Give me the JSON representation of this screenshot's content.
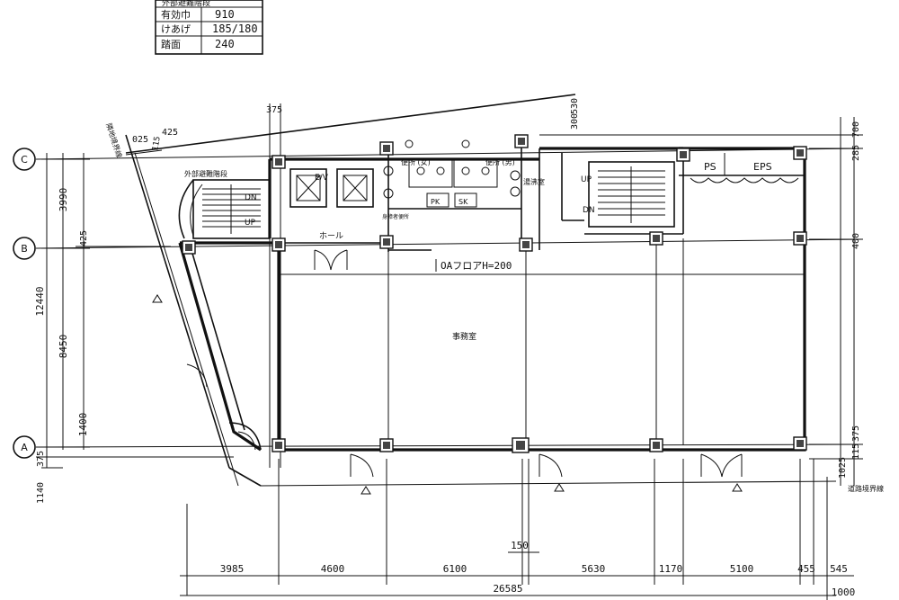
{
  "spec_table": {
    "header": "外部避難階段",
    "rows": [
      {
        "label": "有効巾",
        "value": "910"
      },
      {
        "label": "けあげ",
        "value": "185/180"
      },
      {
        "label": "踏面",
        "value": "240"
      }
    ]
  },
  "grid_axes": {
    "c": "C",
    "b": "B",
    "a": "A"
  },
  "rooms": {
    "office": "事務室",
    "hall": "ホール",
    "toilet_female": "便所\n(女)",
    "toilet_male": "便所\n(男)",
    "kitchenette": "湯沸室",
    "ps": "PS",
    "eps": "EPS",
    "ev": "E/V",
    "sk": "SK",
    "pk": "PK",
    "ext_stair": "外部避難階段",
    "road_line": "道路境界線",
    "adjacent_line": "隣地境界線",
    "oa_floor": "OAフロアH=200",
    "handicap_toilet": "身障者便所",
    "up1": "UP",
    "dn1": "DN",
    "up2": "UP",
    "dn2": "DN"
  },
  "dimensions_bottom": {
    "spans": [
      "3985",
      "4600",
      "6100",
      "5630",
      "1170",
      "5100",
      "455",
      "545"
    ],
    "total": "26585",
    "extra": "1000",
    "center": "150"
  },
  "dimensions_left": {
    "upper": "3990",
    "overall": "12440",
    "middle": "8450",
    "lower": "1400",
    "offset_b": "425",
    "offset_a": "375",
    "bottom": "1140"
  },
  "dimensions_right": {
    "top1": "530",
    "top2": "300",
    "c1": "700",
    "c2": "285",
    "b1": "400",
    "a1": "375",
    "a2": "115",
    "a3": "1025"
  },
  "dimensions_top": {
    "d1": "375",
    "d2": "425",
    "d3": "025",
    "d4": "115"
  }
}
